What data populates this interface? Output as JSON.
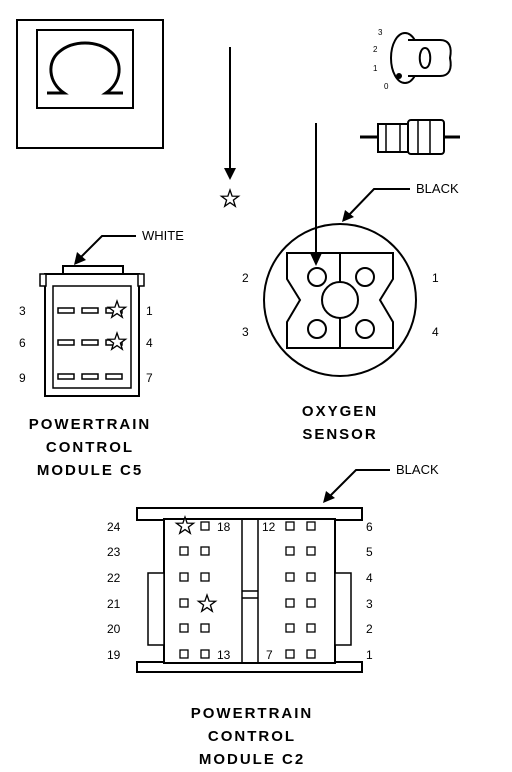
{
  "symbol": {
    "icon": "ohm-icon"
  },
  "ignition": {
    "positions": [
      "3",
      "2",
      "1",
      "0"
    ]
  },
  "c5": {
    "label": "WHITE",
    "title_lines": [
      "POWERTRAIN",
      "CONTROL",
      "MODULE C5"
    ],
    "pins_left": [
      "3",
      "6",
      "9"
    ],
    "pins_right": [
      "1",
      "4",
      "7"
    ]
  },
  "oxygen_sensor": {
    "label": "BLACK",
    "title_lines": [
      "OXYGEN",
      "SENSOR"
    ],
    "pins": {
      "top_left": "2",
      "top_right": "1",
      "bottom_left": "3",
      "bottom_right": "4"
    }
  },
  "c2": {
    "label": "BLACK",
    "title_lines": [
      "POWERTRAIN",
      "CONTROL",
      "MODULE C2"
    ],
    "pins_left": [
      "24",
      "23",
      "22",
      "21",
      "20",
      "19"
    ],
    "pins_right": [
      "6",
      "5",
      "4",
      "3",
      "2",
      "1"
    ],
    "inner_labels": {
      "top_left": "18",
      "bottom_left": "13",
      "top_right": "12",
      "bottom_right": "7"
    }
  }
}
